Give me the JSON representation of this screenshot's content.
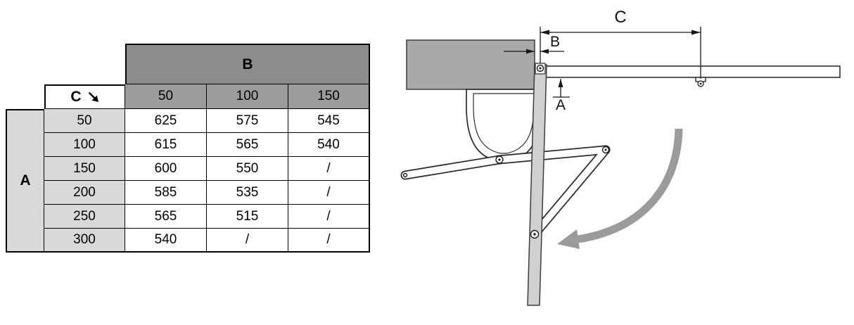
{
  "colors": {
    "table_header_dark": "#8c8c8c",
    "table_header_mid": "#9c9c9c",
    "table_cell_light": "#d9d9d9",
    "table_border": "#000000",
    "wall_gray": "#a9a9a9",
    "open_gate_gray": "#d0d0d0",
    "swing_arrow_gray": "#9b9b9b"
  },
  "table": {
    "col_group_label": "B",
    "row_group_label": "A",
    "corner_label": "C",
    "col_headers": [
      "50",
      "100",
      "150"
    ],
    "rows": [
      {
        "label": "50",
        "values": [
          "625",
          "575",
          "545"
        ]
      },
      {
        "label": "100",
        "values": [
          "615",
          "565",
          "540"
        ]
      },
      {
        "label": "150",
        "values": [
          "600",
          "550",
          "/"
        ]
      },
      {
        "label": "200",
        "values": [
          "585",
          "535",
          "/"
        ]
      },
      {
        "label": "250",
        "values": [
          "565",
          "515",
          "/"
        ]
      },
      {
        "label": "300",
        "values": [
          "540",
          "/",
          "/"
        ]
      }
    ]
  },
  "diagram": {
    "dimension_labels": {
      "a": "A",
      "b": "B",
      "c": "C"
    }
  }
}
